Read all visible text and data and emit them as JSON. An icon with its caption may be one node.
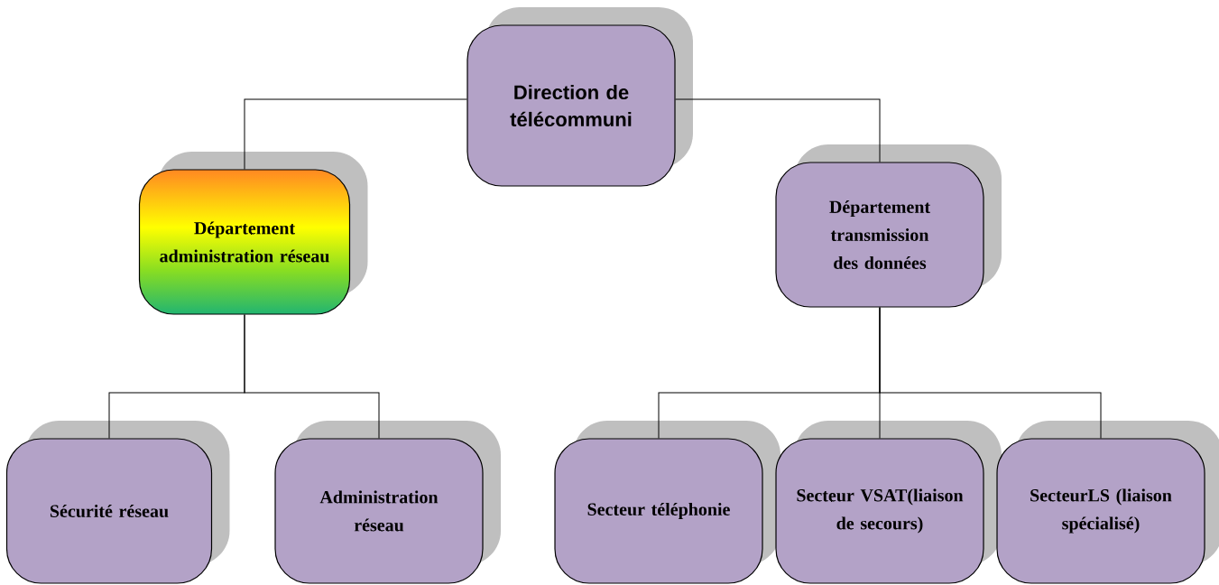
{
  "diagram": {
    "nodes": [
      {
        "text": [
          "Direction de télécommuni"
        ]
      },
      {
        "text": [
          "Département administration réseau"
        ]
      },
      {
        "text": [
          "Département transmission des données"
        ]
      },
      {
        "text": [
          "Sécurité  réseau"
        ]
      },
      {
        "text": [
          "Administration réseau"
        ]
      },
      {
        "text": [
          "Secteur téléphonie"
        ]
      },
      {
        "text": [
          "Secteur VSAT(liaison de secours)"
        ]
      },
      {
        "text": [
          "SecteurLS (liaison spécialisé)"
        ]
      }
    ],
    "edges": [
      {
        "from": 0,
        "to": 1,
        "arrow": "none"
      },
      {
        "from": 0,
        "to": 2,
        "arrow": "none"
      },
      {
        "from": 1,
        "to": 3,
        "arrow": "none"
      },
      {
        "from": 1,
        "to": 4,
        "arrow": "none"
      },
      {
        "from": 2,
        "to": 5,
        "arrow": "none"
      },
      {
        "from": 2,
        "to": 6,
        "arrow": "none"
      },
      {
        "from": 2,
        "to": 7,
        "arrow": "none"
      }
    ]
  }
}
